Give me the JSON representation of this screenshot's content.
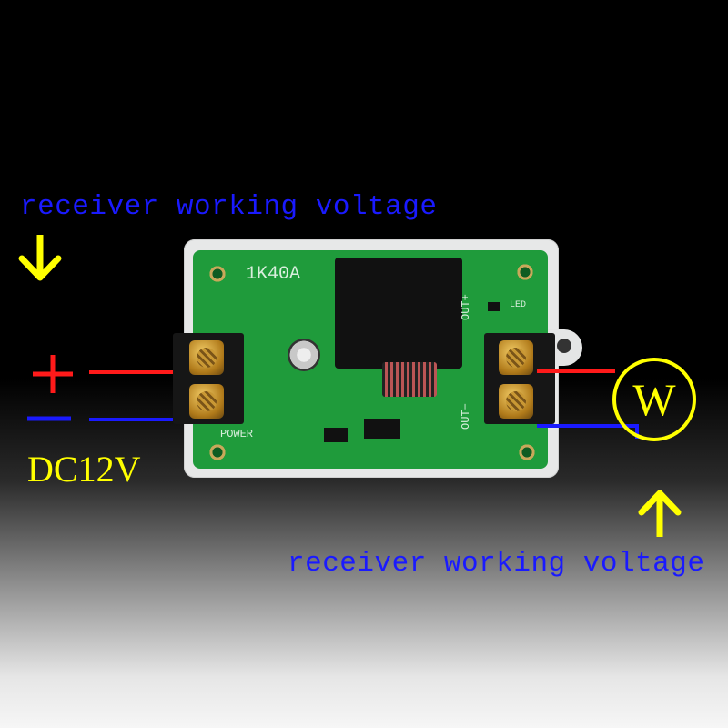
{
  "captions": {
    "top": "receiver working voltage",
    "bottom": "receiver working voltage"
  },
  "supply": {
    "label": "DC12V",
    "plus_symbol": "+",
    "minus_symbol": "−"
  },
  "board": {
    "model_label": "1K40A",
    "power_label": "POWER",
    "out_plus_label": "OUT+",
    "out_minus_label": "OUT−",
    "led_label": "LED"
  },
  "load": {
    "symbol": "W"
  },
  "colors": {
    "positive_wire": "#ff1a1a",
    "negative_wire": "#1a1aff",
    "caption_text": "#1a1aff",
    "highlight_yellow": "#ffff00"
  },
  "icons": {
    "arrow_top": "arrow-down-icon",
    "arrow_bottom": "arrow-up-icon"
  }
}
